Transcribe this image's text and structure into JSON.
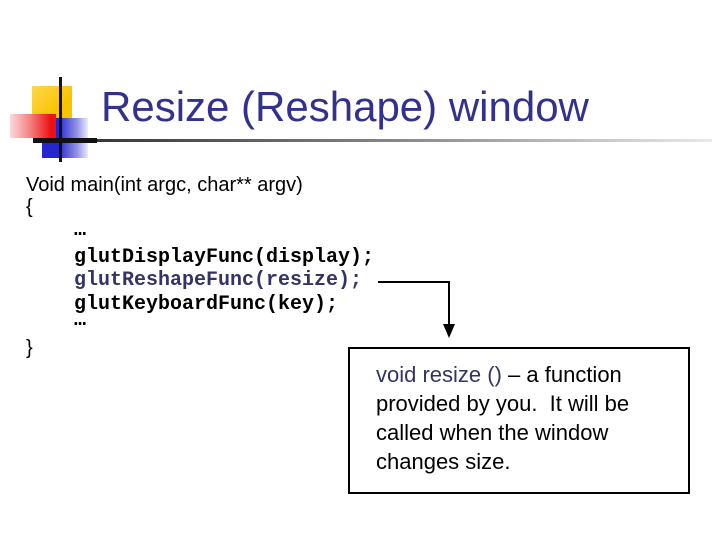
{
  "slide": {
    "title": "Resize (Reshape) window"
  },
  "code": {
    "signature": "Void main(int argc, char** argv)",
    "open_brace": "{",
    "ellipsis_top": "…",
    "display_func": "glutDisplayFunc(display);",
    "reshape_func": "glutReshapeFunc(resize);",
    "keyboard_func": "glutKeyboardFunc(key);",
    "ellipsis_bottom": "…",
    "close_brace": "}"
  },
  "callout": {
    "highlight": "void resize ()",
    "rest": " – a function provided by you.  It will be called when the window changes size."
  },
  "colors": {
    "title_text": "#32318F",
    "highlight_text": "#333366",
    "body_text": "#000000",
    "accent_yellow": "#F8C300",
    "accent_red": "#ED1212",
    "accent_blue": "#2626CF",
    "box_border": "#000000",
    "underline_dark": "#262626",
    "underline_light": "#E9E9E9"
  }
}
